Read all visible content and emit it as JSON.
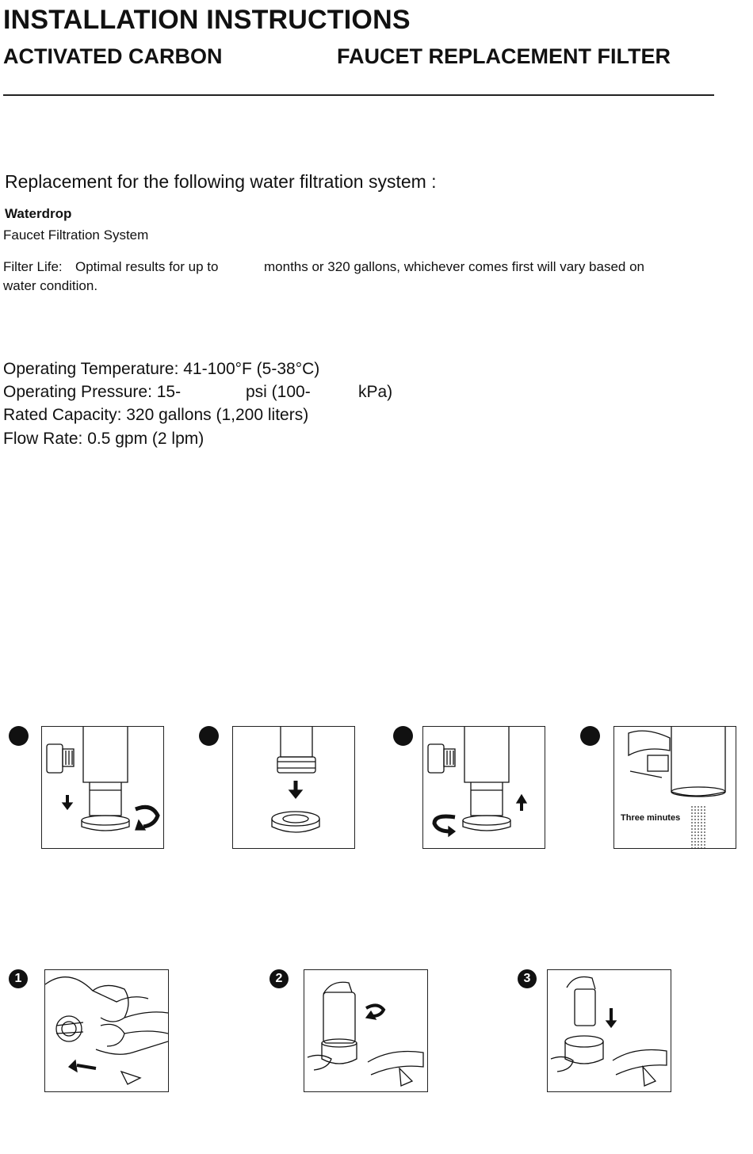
{
  "header": {
    "title": "INSTALLATION INSTRUCTIONS",
    "subtitle_left": "ACTIVATED CARBON",
    "subtitle_right": "FAUCET REPLACEMENT FILTER"
  },
  "intro": {
    "replacement_line": "Replacement for the following water filtration system  :",
    "brand": "Waterdrop",
    "system": "Faucet Filtration System",
    "filter_life_label": "Filter Life:",
    "filter_life_text_a": "Optimal results for up to",
    "filter_life_text_b": "months or 320 gallons, whichever comes first will vary based on",
    "filter_life_text_c": "water condition."
  },
  "specs": {
    "temperature": "Operating Temperature: 41-100°F (5-38°C)",
    "pressure_a": "Operating Pressure: 15-",
    "pressure_b": "psi (100-",
    "pressure_c": "kPa)",
    "capacity": "Rated Capacity: 320 gallons (1,200 liters)",
    "flow": "Flow Rate: 0.5 gpm (2 lpm)"
  },
  "steps_top": {
    "step4_caption": "Three minutes"
  },
  "steps_bottom": {
    "step1_number": "1",
    "step2_number": "2",
    "step3_number": "3"
  }
}
